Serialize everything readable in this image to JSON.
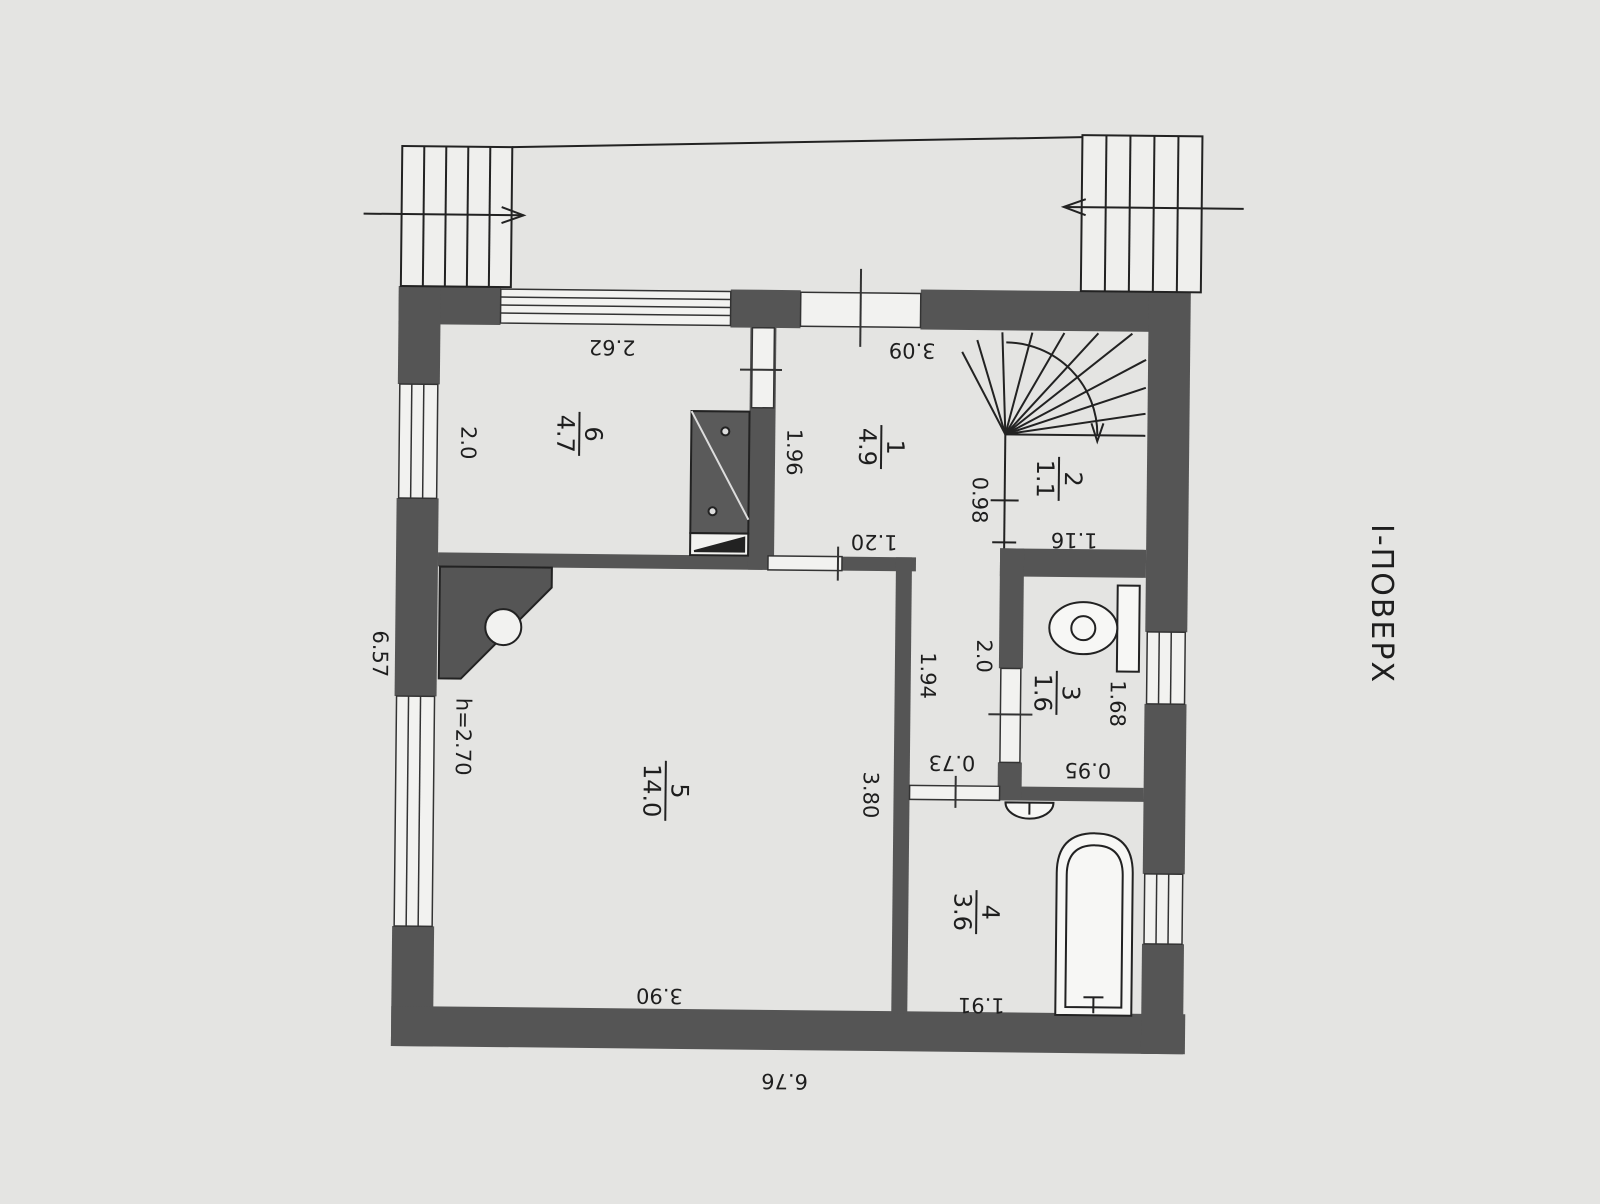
{
  "plan": {
    "title": "І-ПОВЕРХ",
    "colors": {
      "paper": "#e4e4e2",
      "wall": "#555555",
      "wall_dark": "#4a4a4a",
      "line": "#2a2a2a"
    },
    "rooms": {
      "r1": {
        "number": "1",
        "area": "4.9"
      },
      "r2": {
        "number": "2",
        "area": "1.1"
      },
      "r3": {
        "number": "3",
        "area": "1.6"
      },
      "r4": {
        "number": "4",
        "area": "3.6"
      },
      "r5": {
        "number": "5",
        "area": "14.0"
      },
      "r6": {
        "number": "6",
        "area": "4.7"
      }
    },
    "dims": {
      "d262": "2.62",
      "d309": "3.09",
      "d20_left": "2.0",
      "d196": "1.96",
      "d098": "0.98",
      "d120": "1.20",
      "d116": "1.16",
      "d20_mid": "2.0",
      "d194": "1.94",
      "d168": "1.68",
      "d073": "0.73",
      "d095": "0.95",
      "d380": "3.80",
      "d390": "3.90",
      "d191": "1.91",
      "d657": "6.57",
      "d676": "6.76",
      "height": "h=2.70"
    }
  }
}
